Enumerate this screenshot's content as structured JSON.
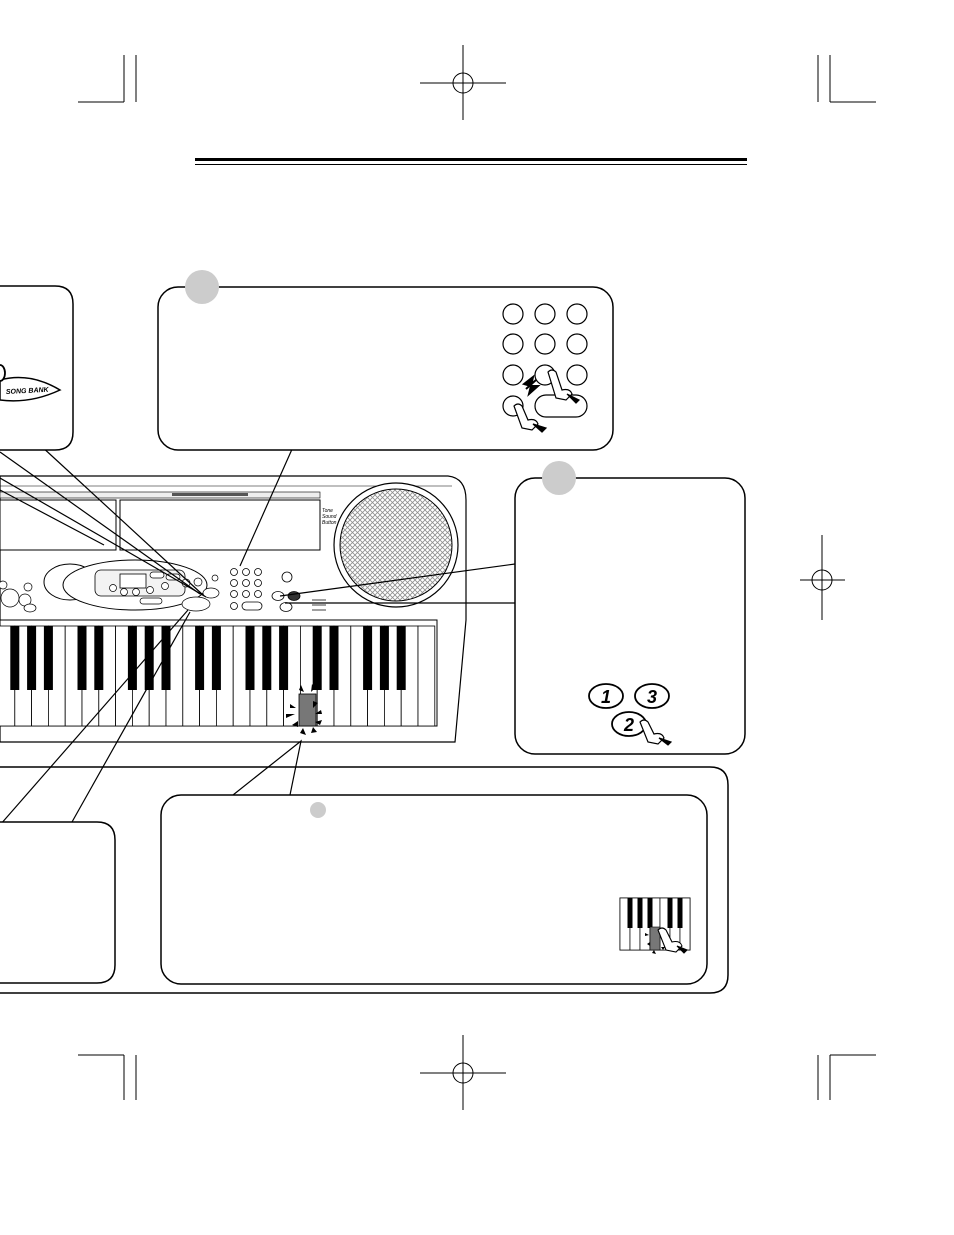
{
  "logo": {
    "text": "SONG BANK"
  },
  "speaker_label": [
    "Tone",
    "Sound",
    "Button"
  ],
  "track_buttons": {
    "one": "1",
    "two": "2",
    "three": "3"
  },
  "colors": {
    "ink": "#000000",
    "callout_marker": "#cccccc",
    "speaker_mesh": "#9a9a9a"
  }
}
